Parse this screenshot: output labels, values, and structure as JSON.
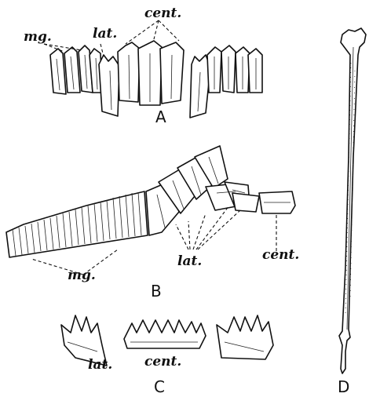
{
  "labels": {
    "mg": "mg.",
    "lat": "lat.",
    "cent": "cent."
  },
  "panels": {
    "a": "A",
    "b": "B",
    "c": "C",
    "d": "D"
  }
}
